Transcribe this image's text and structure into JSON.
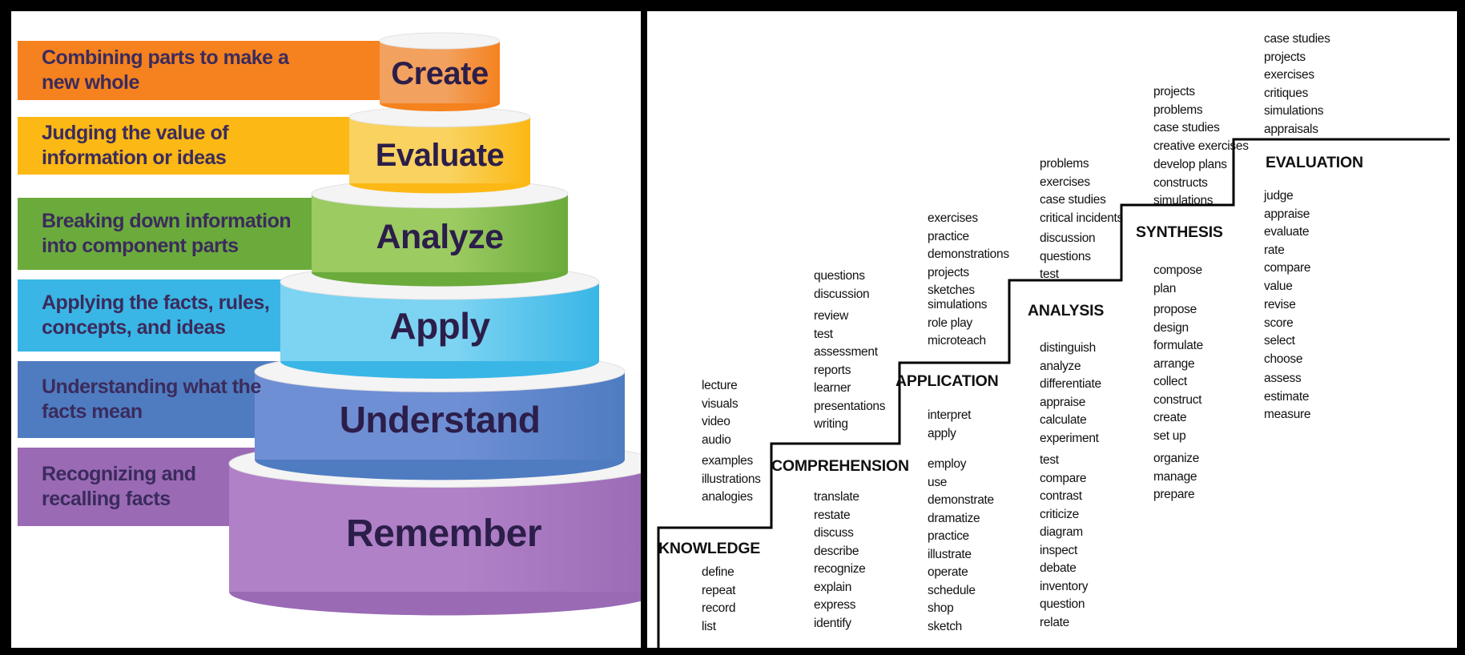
{
  "pyramid": {
    "tiers": [
      {
        "label": "Create",
        "description": "Combining parts to make a new whole",
        "band_color": "#f5821f",
        "cyl_color": "#f2a15e"
      },
      {
        "label": "Evaluate",
        "description": "Judging the value of information or ideas",
        "band_color": "#fcb814",
        "cyl_color": "#f9d25f"
      },
      {
        "label": "Analyze",
        "description": "Breaking down information into component parts",
        "band_color": "#6bab3c",
        "cyl_color": "#9ccb62"
      },
      {
        "label": "Apply",
        "description": "Applying the facts, rules, concepts, and ideas",
        "band_color": "#39b6e6",
        "cyl_color": "#7dd3f2"
      },
      {
        "label": "Understand",
        "description": "Understanding what the facts mean",
        "band_color": "#4f7cc1",
        "cyl_color": "#6f8fd4"
      },
      {
        "label": "Remember",
        "description": "Recognizing and recalling facts",
        "band_color": "#9a6ab5",
        "cyl_color": "#b081c7"
      }
    ]
  },
  "staircase": {
    "levels": [
      {
        "name": "KNOWLEDGE",
        "activities": [
          [
            "lecture",
            "visuals",
            "video",
            "audio"
          ],
          [
            "examples",
            "illustrations",
            "analogies"
          ]
        ],
        "verbs": [
          [
            "define",
            "repeat",
            "record",
            "list"
          ]
        ]
      },
      {
        "name": "COMPREHENSION",
        "activities": [
          [
            "questions",
            "discussion"
          ],
          [
            "review",
            "test",
            "assessment",
            "reports",
            "learner",
            "presentations",
            "writing"
          ]
        ],
        "verbs": [
          [
            "translate",
            "restate",
            "discuss",
            "describe",
            "recognize",
            "explain",
            "express",
            "identify"
          ]
        ]
      },
      {
        "name": "APPLICATION",
        "activities": [
          [
            "exercises",
            "practice",
            "demonstrations",
            "projects",
            "sketches"
          ],
          [
            "simulations",
            "role play",
            "microteach"
          ]
        ],
        "verbs": [
          [
            "interpret",
            "apply"
          ],
          [
            "employ",
            "use",
            "demonstrate",
            "dramatize",
            "practice",
            "illustrate",
            "operate",
            "schedule",
            "shop",
            "sketch"
          ]
        ]
      },
      {
        "name": "ANALYSIS",
        "activities": [
          [
            "problems",
            "exercises",
            "case studies",
            "critical incidents"
          ],
          [
            "discussion",
            "questions",
            "test"
          ]
        ],
        "verbs": [
          [
            "distinguish",
            "analyze"
          ],
          [
            "differentiate",
            "appraise",
            "calculate",
            "experiment"
          ],
          [
            "test",
            "compare",
            "contrast",
            "criticize",
            "diagram",
            "inspect",
            "debate",
            "inventory",
            "question",
            "relate"
          ]
        ]
      },
      {
        "name": "SYNTHESIS",
        "activities": [
          [
            "projects",
            "problems",
            "case studies",
            "creative exercises"
          ],
          [
            "develop plans",
            "constructs",
            "simulations"
          ]
        ],
        "verbs": [
          [
            "compose",
            "plan"
          ],
          [
            "propose",
            "design",
            "formulate",
            "arrange",
            "collect",
            "construct",
            "create",
            "set up"
          ],
          [
            "organize",
            "manage",
            "prepare"
          ]
        ]
      },
      {
        "name": "EVALUATION",
        "activities": [
          [
            "case studies",
            "projects",
            "exercises",
            "critiques",
            "simulations",
            "appraisals"
          ]
        ],
        "verbs": [
          [
            "judge",
            "appraise",
            "evaluate",
            "rate",
            "compare",
            "value"
          ],
          [
            "revise",
            "score",
            "select",
            "choose"
          ],
          [
            "assess",
            "estimate",
            "measure"
          ]
        ]
      }
    ]
  }
}
